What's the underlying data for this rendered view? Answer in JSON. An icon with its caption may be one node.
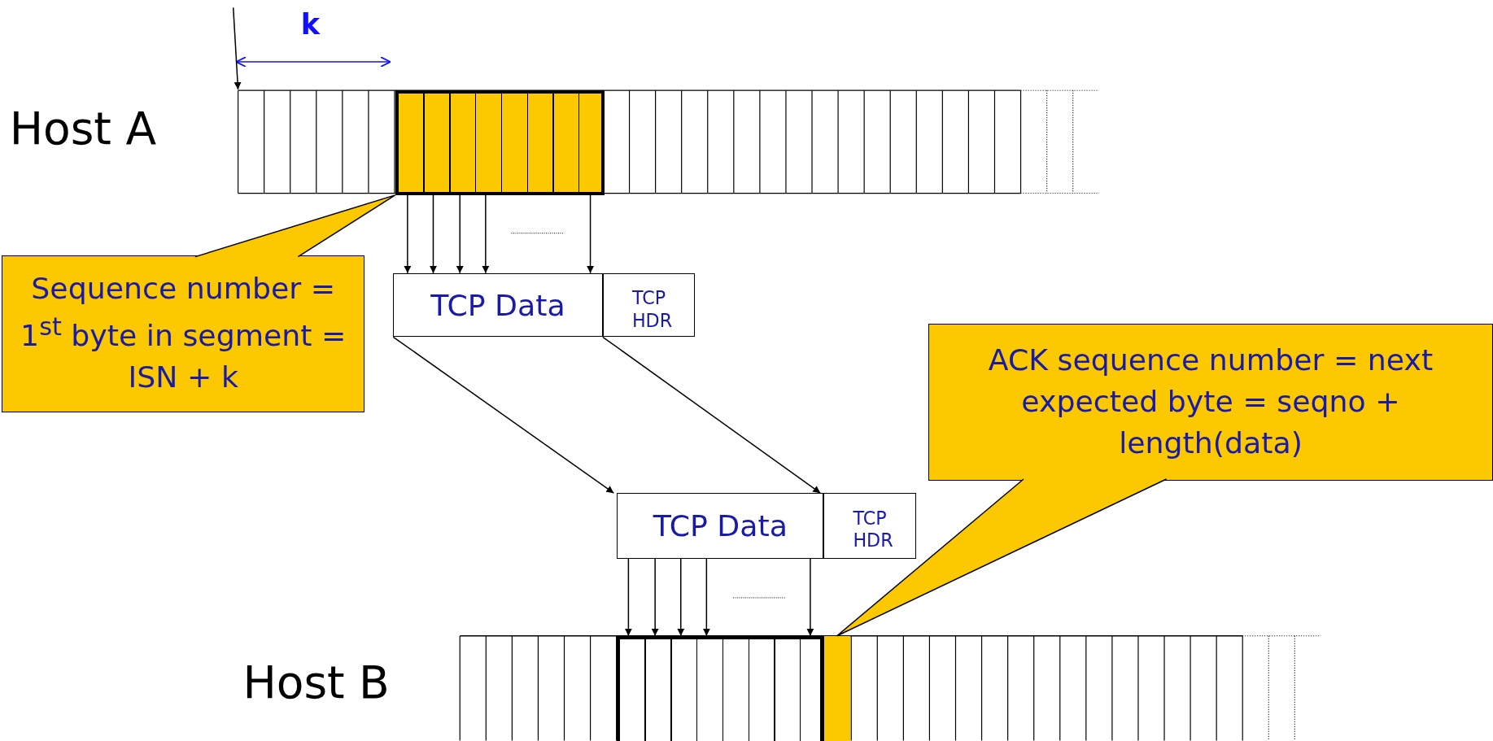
{
  "diagram": {
    "nodes": [
      {
        "text": [],
        "shape": "box"
      },
      {
        "text": [
          "Sequence number = 1$^{st}$ byte in segment = ISN + k"
        ]
      },
      {
        "text": [
          "TCP Data"
        ]
      },
      {
        "text": [
          "TCP HDR"
        ]
      },
      {
        "text": [
          "TCP Data"
        ]
      },
      {
        "text": [
          "TCP HDR"
        ]
      },
      {
        "text": [],
        "shape": "box"
      },
      {
        "text": [],
        "shape": "box"
      },
      {
        "text": [
          "ACK sequence number = next expected byte = seqno + length(data)"
        ]
      }
    ],
    "edges": [
      {
        "from": 1,
        "to": 0,
        "arrow": "none"
      },
      {
        "from": 0,
        "to": 2,
        "arrow": "to"
      },
      {
        "from": 0,
        "to": 2,
        "arrow": "to"
      },
      {
        "from": 0,
        "to": 2,
        "arrow": "to"
      },
      {
        "from": 0,
        "to": 2,
        "arrow": "to"
      },
      {
        "from": 0,
        "to": 2,
        "arrow": "to"
      },
      {
        "from": 2,
        "to": 4,
        "arrow": "to"
      },
      {
        "from": 3,
        "to": 5,
        "arrow": "to"
      },
      {
        "from": 4,
        "to": 6,
        "arrow": "to"
      },
      {
        "from": 4,
        "to": 6,
        "arrow": "to"
      },
      {
        "from": 4,
        "to": 6,
        "arrow": "to"
      },
      {
        "from": 4,
        "to": 6,
        "arrow": "to"
      },
      {
        "from": 4,
        "to": 6,
        "arrow": "to"
      },
      {
        "from": 8,
        "to": 7,
        "arrow": "none"
      }
    ],
    "labels": [
      "k",
      "Host A",
      "Host B"
    ]
  }
}
